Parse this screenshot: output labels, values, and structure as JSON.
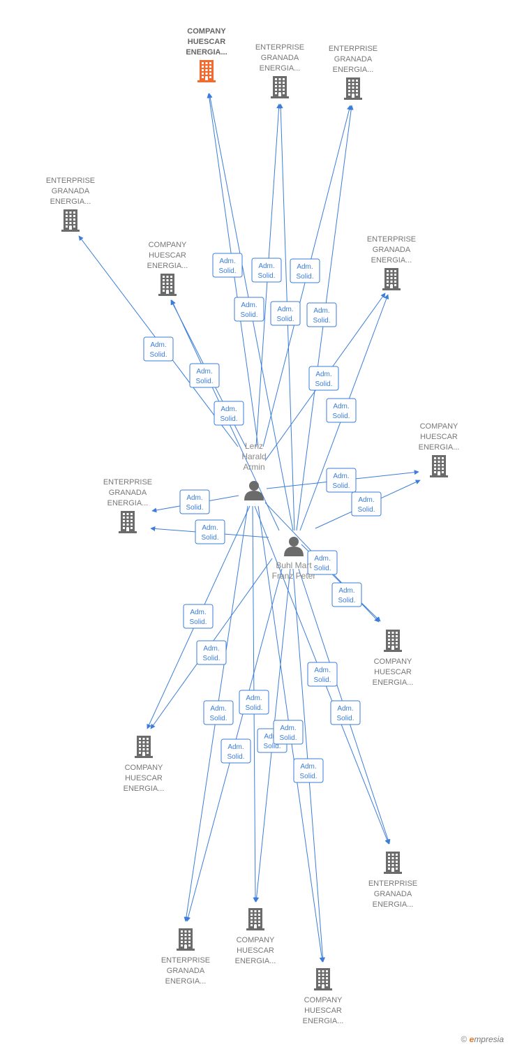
{
  "colors": {
    "edge": "#3b7dd8",
    "building_default": "#6b6b6b",
    "building_highlight": "#f26a2e",
    "person": "#6b6b6b",
    "label": "#777777"
  },
  "icons": {
    "company": "building-icon",
    "person": "person-icon"
  },
  "persons": [
    {
      "id": "p1",
      "lines": [
        "Lenz",
        "Harald",
        "Armin"
      ]
    },
    {
      "id": "p2",
      "lines": [
        "Buhl Mart",
        "Franz Peter"
      ]
    }
  ],
  "companies": [
    {
      "id": "c0",
      "lines": [
        "COMPANY",
        "HUESCAR",
        "ENERGIA..."
      ],
      "highlight": true
    },
    {
      "id": "c1",
      "lines": [
        "ENTERPRISE",
        "GRANADA",
        "ENERGIA..."
      ]
    },
    {
      "id": "c2",
      "lines": [
        "ENTERPRISE",
        "GRANADA",
        "ENERGIA..."
      ]
    },
    {
      "id": "c3",
      "lines": [
        "ENTERPRISE",
        "GRANADA",
        "ENERGIA..."
      ]
    },
    {
      "id": "c4",
      "lines": [
        "COMPANY",
        "HUESCAR",
        "ENERGIA..."
      ]
    },
    {
      "id": "c5",
      "lines": [
        "ENTERPRISE",
        "GRANADA",
        "ENERGIA..."
      ]
    },
    {
      "id": "c6",
      "lines": [
        "COMPANY",
        "HUESCAR",
        "ENERGIA..."
      ]
    },
    {
      "id": "c7",
      "lines": [
        "ENTERPRISE",
        "GRANADA",
        "ENERGIA..."
      ]
    },
    {
      "id": "c8",
      "lines": [
        "COMPANY",
        "HUESCAR",
        "ENERGIA..."
      ]
    },
    {
      "id": "c9",
      "lines": [
        "COMPANY",
        "HUESCAR",
        "ENERGIA..."
      ]
    },
    {
      "id": "c10",
      "lines": [
        "ENTERPRISE",
        "GRANADA",
        "ENERGIA..."
      ]
    },
    {
      "id": "c11",
      "lines": [
        "ENTERPRISE",
        "GRANADA",
        "ENERGIA..."
      ]
    },
    {
      "id": "c12",
      "lines": [
        "COMPANY",
        "HUESCAR",
        "ENERGIA..."
      ]
    },
    {
      "id": "c13",
      "lines": [
        "COMPANY",
        "HUESCAR",
        "ENERGIA..."
      ]
    }
  ],
  "edges": [
    {
      "from": "p1",
      "to": "c0",
      "label": [
        "Adm.",
        "Solid."
      ]
    },
    {
      "from": "p2",
      "to": "c0",
      "label": [
        "Adm.",
        "Solid."
      ]
    },
    {
      "from": "p1",
      "to": "c1",
      "label": [
        "Adm.",
        "Solid."
      ]
    },
    {
      "from": "p2",
      "to": "c1",
      "label": [
        "Adm.",
        "Solid."
      ]
    },
    {
      "from": "p1",
      "to": "c2",
      "label": [
        "Adm.",
        "Solid."
      ]
    },
    {
      "from": "p2",
      "to": "c2",
      "label": [
        "Adm.",
        "Solid."
      ]
    },
    {
      "from": "p1",
      "to": "c3",
      "label": [
        "Adm.",
        "Solid."
      ]
    },
    {
      "from": "p1",
      "to": "c4",
      "label": [
        "Adm.",
        "Solid."
      ]
    },
    {
      "from": "p2",
      "to": "c4",
      "label": [
        "Adm.",
        "Solid."
      ]
    },
    {
      "from": "p1",
      "to": "c5",
      "label": [
        "Adm.",
        "Solid."
      ]
    },
    {
      "from": "p2",
      "to": "c5",
      "label": [
        "Adm.",
        "Solid."
      ]
    },
    {
      "from": "p1",
      "to": "c6",
      "label": [
        "Adm.",
        "Solid."
      ]
    },
    {
      "from": "p2",
      "to": "c6",
      "label": [
        "Adm.",
        "Solid."
      ]
    },
    {
      "from": "p1",
      "to": "c7",
      "label": [
        "Adm.",
        "Solid."
      ]
    },
    {
      "from": "p2",
      "to": "c7",
      "label": [
        "Adm.",
        "Solid."
      ]
    },
    {
      "from": "p1",
      "to": "c8",
      "label": [
        "Adm.",
        "Solid."
      ]
    },
    {
      "from": "p2",
      "to": "c8",
      "label": [
        "Adm.",
        "Solid."
      ]
    },
    {
      "from": "p1",
      "to": "c9",
      "label": [
        "Adm.",
        "Solid."
      ]
    },
    {
      "from": "p2",
      "to": "c9",
      "label": [
        "Adm.",
        "Solid."
      ]
    },
    {
      "from": "p1",
      "to": "c10",
      "label": [
        "Adm.",
        "Solid."
      ]
    },
    {
      "from": "p2",
      "to": "c10",
      "label": [
        "Adm.",
        "Solid."
      ]
    },
    {
      "from": "p1",
      "to": "c11",
      "label": [
        "Adm.",
        "Solid."
      ]
    },
    {
      "from": "p2",
      "to": "c11",
      "label": [
        "Adm.",
        "Solid."
      ]
    },
    {
      "from": "p1",
      "to": "c12",
      "label": [
        "Adm.",
        "Solid."
      ]
    },
    {
      "from": "p2",
      "to": "c12",
      "label": [
        "Adm.",
        "Solid."
      ]
    },
    {
      "from": "p1",
      "to": "c13",
      "label": [
        "Adm.",
        "Solid."
      ]
    },
    {
      "from": "p2",
      "to": "c13",
      "label": [
        "Adm.",
        "Solid."
      ]
    }
  ],
  "footer": {
    "copyright": "©",
    "brand_initial": "e",
    "brand_rest": "mpresia"
  }
}
